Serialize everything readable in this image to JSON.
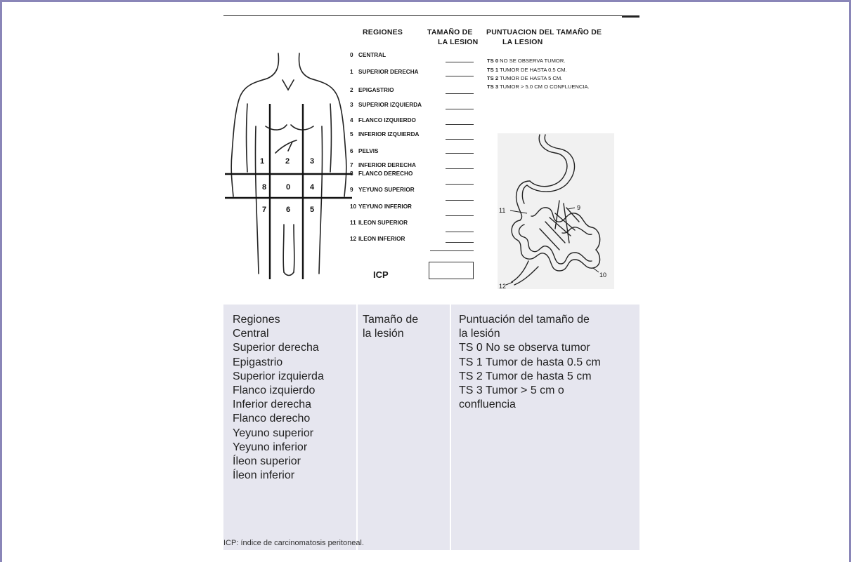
{
  "figure": {
    "headers": {
      "regions": "REGIONES",
      "size_line1": "TAMAÑO DE",
      "size_line2": "LA LESION",
      "score_line1": "PUNTUACION DEL TAMAÑO DE",
      "score_line2": "LA LESION"
    },
    "regions": [
      {
        "num": "0",
        "label": "CENTRAL"
      },
      {
        "num": "1",
        "label": "SUPERIOR DERECHA"
      },
      {
        "num": "2",
        "label": "EPIGASTRIO"
      },
      {
        "num": "3",
        "label": "SUPERIOR IZQUIERDA"
      },
      {
        "num": "4",
        "label": "FLANCO IZQUIERDO"
      },
      {
        "num": "5",
        "label": "INFERIOR IZQUIERDA"
      },
      {
        "num": "6",
        "label": "PELVIS"
      },
      {
        "num": "7",
        "label": "INFERIOR DERECHA"
      },
      {
        "num": "8",
        "label": "FLANCO DERECHO"
      },
      {
        "num": "9",
        "label": "YEYUNO SUPERIOR"
      },
      {
        "num": "10",
        "label": "YEYUNO INFERIOR"
      },
      {
        "num": "11",
        "label": "ILEON SUPERIOR"
      },
      {
        "num": "12",
        "label": "ILEON INFERIOR"
      }
    ],
    "scores": [
      {
        "code": "TS 0",
        "text": "NO SE OBSERVA TUMOR."
      },
      {
        "code": "TS 1",
        "text": "TUMOR DE HASTA 0.5 CM."
      },
      {
        "code": "TS 2",
        "text": "TUMOR DE HASTA 5 CM."
      },
      {
        "code": "TS 3",
        "text": "TUMOR > 5.0 CM O CONFLUENCIA."
      }
    ],
    "icp_label": "ICP",
    "body_grid_numbers": [
      "1",
      "2",
      "3",
      "8",
      "0",
      "4",
      "7",
      "6",
      "5"
    ],
    "intestine_numbers": [
      "11",
      "9",
      "10",
      "12"
    ]
  },
  "table": {
    "col1": [
      "Regiones",
      "Central",
      "Superior derecha",
      "Epigastrio",
      "Superior izquierda",
      "Flanco izquierdo",
      "Inferior derecha",
      "Flanco derecho",
      "Yeyuno superior",
      "Yeyuno inferior",
      "Íleon superior",
      "Íleon inferior"
    ],
    "col2": [
      "Tamaño de",
      "la lesión"
    ],
    "col3": [
      "Puntuación del tamaño de",
      "la lesión",
      "TS 0 No se observa tumor",
      "TS 1 Tumor de hasta 0.5 cm",
      "TS 2 Tumor de hasta 5 cm",
      "TS 3 Tumor > 5 cm o",
      "confluencia"
    ]
  },
  "caption": "ICP: índice de carcinomatosis peritoneal."
}
